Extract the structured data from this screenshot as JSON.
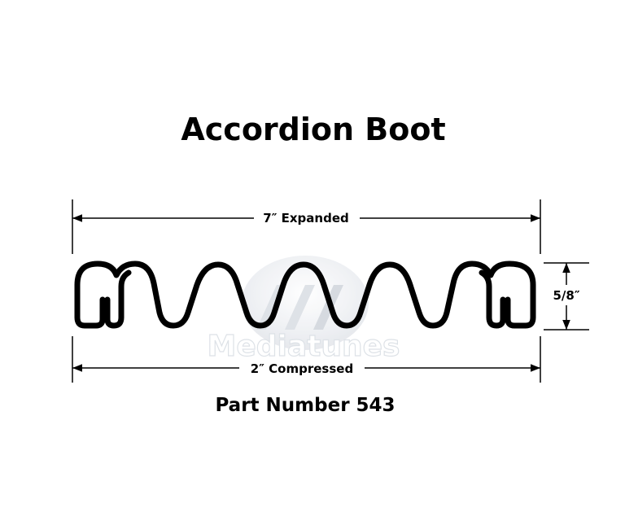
{
  "diagram": {
    "title": "Accordion Boot",
    "expanded_label": "7″ Expanded",
    "compressed_label": "2″ Compressed",
    "height_label": "5/8″",
    "part_number_label": "Part Number 543",
    "watermark": "Mediatunes",
    "colors": {
      "line": "#000000",
      "background": "#ffffff",
      "watermark_fill": "#e6e9ee"
    }
  }
}
